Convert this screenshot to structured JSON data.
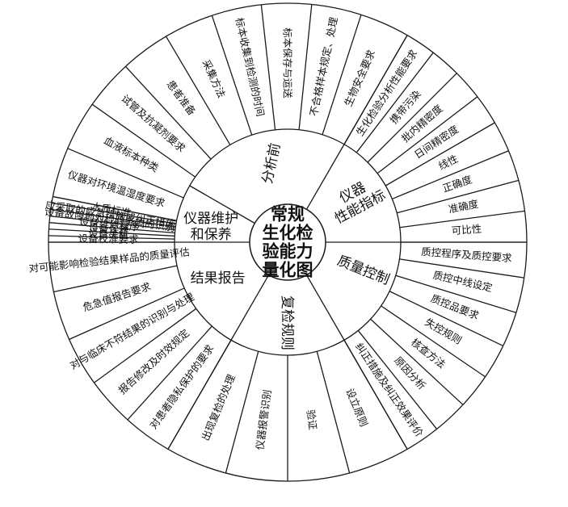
{
  "center": {
    "lines": [
      "常规",
      "生化检",
      "验能力",
      "量化图"
    ]
  },
  "sectors": [
    {
      "key": "fenxiqian",
      "label": "分析前",
      "items": [
        "仪器对环境温湿度要求",
        "血液标本种类",
        "试管及抗凝剂要求",
        "患者准备",
        "采集方法",
        "标本收集到检测的时间",
        "标本保存与运送",
        "不合格样本规定、处理",
        "生物安全要求"
      ]
    },
    {
      "key": "yiqixingneng",
      "label": "仪器性能指标",
      "label_lines": [
        "仪器",
        "性能指标"
      ],
      "items": [
        "生化检验分析性能要求",
        "携带污染",
        "批内精密度",
        "日间精密度",
        "线性",
        "正确度",
        "准确度",
        "可比性"
      ]
    },
    {
      "key": "zhiliangkongzhi",
      "label": "质量控制",
      "items": [
        "质控程序及质控要求",
        "质控中线设定",
        "质控品要求",
        "失控规则",
        "核查方法",
        "原因分析",
        "纠正措施及纠正效果评价"
      ]
    },
    {
      "key": "fujianguize",
      "label": "复检规则",
      "items": [
        "设立原则",
        "验证",
        "仪器报警识别",
        "出现复检的处理"
      ]
    },
    {
      "key": "jieguobaogao",
      "label": "结果报告",
      "items": [
        "对患者隐私保护的要求",
        "报告修改及时效规定",
        "对与临床不符结果的识别与处理",
        "危急值报告要求",
        "对可能影响检验结果样品的质量评估"
      ]
    },
    {
      "key": "yiqiweihu",
      "label": "仪器维护和保养",
      "label_lines": [
        "仪器维护",
        "和保养"
      ],
      "items": [
        "设备校准要求",
        "设备关机",
        "设备保养",
        "设备维修程序",
        "设备故障前对检验影响的识别",
        "应采取的应急措施或纠正措施",
        "水质标准"
      ]
    }
  ]
}
